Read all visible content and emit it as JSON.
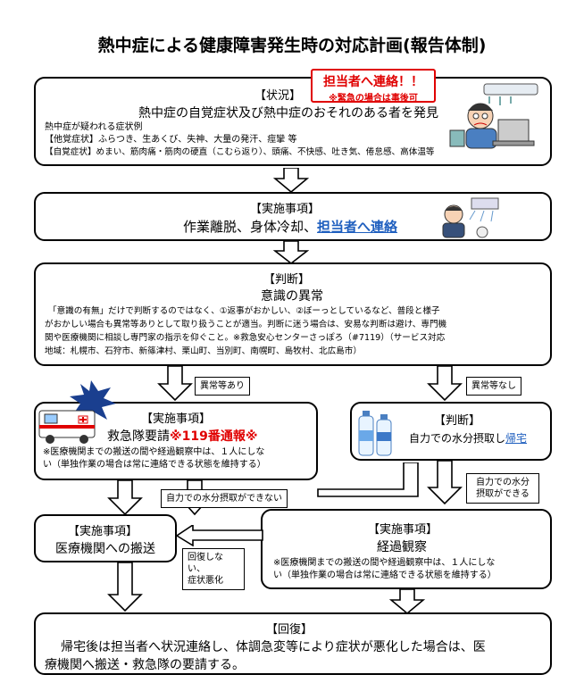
{
  "title": "熱中症による健康障害発生時の対応計画(報告体制)",
  "callout": {
    "main": "担当者へ連絡！！",
    "sub": "※緊急の場合は事後可"
  },
  "status_box": {
    "header": "【状況】",
    "main": "熱中症の自覚症状及び熱中症のおそれのある者を発見",
    "line1": "熱中症が疑われる症状例",
    "line2": "【他覚症状】ふらつき、生あくび、失神、大量の発汗、痙攣 等",
    "line3": "【自覚症状】めまい、筋肉痛・筋肉の硬直（こむら返り）、頭痛、不快感、吐き気、倦怠感、高体温等"
  },
  "action1": {
    "header": "【実施事項】",
    "main_prefix": "作業離脱、身体冷却、",
    "main_link": "担当者へ連絡"
  },
  "judge1": {
    "header": "【判断】",
    "main": "意識の異常",
    "line1": "「意識の有無」だけで判断するのではなく、①返事がおかしい、②ぼーっとしているなど、普段と様子",
    "line2": "がおかしい場合も異常等ありとして取り扱うことが適当。判断に迷う場合は、安易な判断は避け、専門機",
    "line3": "関や医療機関に相談し専門家の指示を仰ぐこと。※救急安心センターさっぽろ（#7119）（サービス対応",
    "line4": "地域：札幌市、石狩市、新篠津村、栗山町、当別町、南幌町、島牧村、北広島市）"
  },
  "labels": {
    "abnormal_yes": "異常等あり",
    "abnormal_no": "異常等なし",
    "cannot_hydrate": "自力での水分摂取ができない",
    "can_hydrate_1": "自力での水分",
    "can_hydrate_2": "摂取ができる",
    "no_recovery_1": "回復しない、",
    "no_recovery_2": "症状悪化"
  },
  "ambulance_box": {
    "header": "【実施事項】",
    "main_prefix": "救急隊要請",
    "main_red": "※119番通報※",
    "line1": "※医療機関までの搬送の間や経過観察中は、１人にしな",
    "line2": "い（単独作業の場合は常に連絡できる状態を維持する）"
  },
  "hydrate_box": {
    "header": "【判断】",
    "main_prefix": "自力での水分摂取し",
    "main_link": "帰宅"
  },
  "transport_box": {
    "header": "【実施事項】",
    "main": "医療機関への搬送"
  },
  "observe_box": {
    "header": "【実施事項】",
    "main": "経過観察",
    "line1": "※医療機関までの搬送の間や経過観察中は、１人にしな",
    "line2": "い（単独作業の場合は常に連絡できる状態を維持する）"
  },
  "recovery_box": {
    "header": "【回復】",
    "line1": "帰宅後は担当者へ状況連絡し、体調急変等により症状が悪化した場合は、医",
    "line2": "療機関へ搬送・救急隊の要請する。"
  }
}
